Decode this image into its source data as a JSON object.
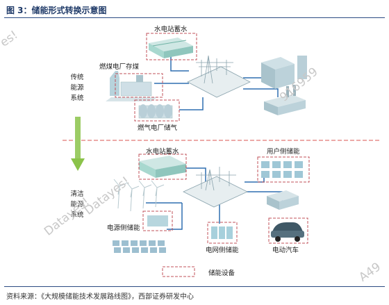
{
  "figure": {
    "title": "图 3：储能形式转换示意图",
    "source": "资料来源：《大规模储能技术发展路线图》，西部证券研发中心"
  },
  "traditional": {
    "section_label": [
      "传统",
      "能源",
      "系统"
    ],
    "hydro_storage": "水电站蓄水",
    "coal_storage": "燃煤电厂存煤",
    "gas_storage": "燃气电厂储气"
  },
  "clean": {
    "section_label": [
      "清洁",
      "能源",
      "系统"
    ],
    "hydro_storage": "水电站蓄水",
    "user_side": "用户侧储能",
    "source_side": "电源侧储能",
    "grid_side": "电网侧储能",
    "ev": "电动汽车"
  },
  "legend": {
    "storage_equipment": "储能设备"
  },
  "watermarks": [
    "es!",
    "916959",
    "Datayes!",
    "Datayes!",
    "A49"
  ],
  "colors": {
    "title_blue": "#1f3a68",
    "line_blue": "#2f6fb0",
    "dash_red": "#c0505a",
    "divider_red": "#d9534f",
    "arrow_green": "#8bc34a"
  }
}
